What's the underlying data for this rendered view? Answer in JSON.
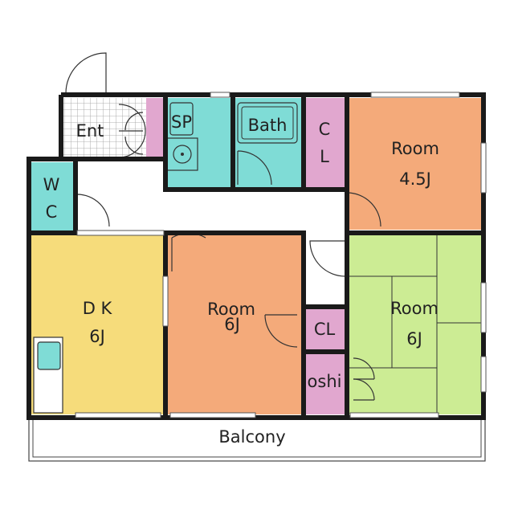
{
  "floorplan": {
    "rooms": {
      "entrance": "Ent",
      "wc_line1": "W",
      "wc_line2": "C",
      "storage_sp": "SP",
      "bath": "Bath",
      "closet_main_line1": "C",
      "closet_main_line2": "L",
      "room_north_label": "Room",
      "room_north_size": "4.5J",
      "dk_label": "D K",
      "dk_size": "6J",
      "room_center_label": "Room",
      "room_center_size": "6J",
      "closet_small": "CL",
      "oshi": "oshi",
      "room_tatami_label": "Room",
      "room_tatami_size": "6J",
      "balcony": "Balcony"
    },
    "colors": {
      "entrance_floor": "#ffffff",
      "wet_area": "#7fdcd6",
      "closet": "#e1a7cf",
      "room_orange": "#f4aa7a",
      "dk_yellow": "#f6dc7b",
      "tatami_green": "#ccec94",
      "wall": "#1a1a1a"
    }
  }
}
